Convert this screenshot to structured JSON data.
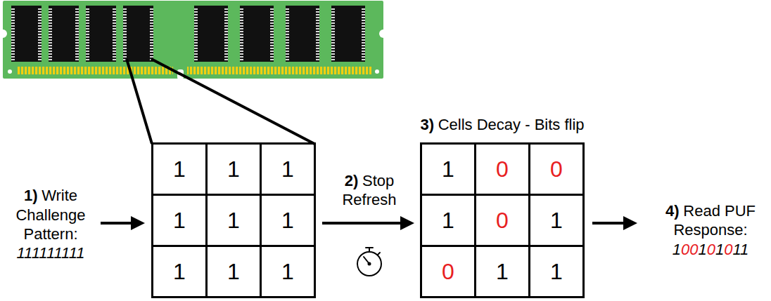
{
  "diagram": {
    "nodes": [
      {
        "text": [
          "1"
        ]
      },
      {
        "text": [
          "1"
        ]
      },
      {
        "text": [
          "1"
        ]
      },
      {
        "text": [
          "1"
        ]
      },
      {
        "text": [
          "1"
        ]
      },
      {
        "text": [
          "1"
        ]
      },
      {
        "text": [
          "1"
        ]
      },
      {
        "text": [
          "1"
        ]
      },
      {
        "text": [
          "1"
        ]
      },
      {
        "text": [
          "1"
        ]
      },
      {
        "text": [
          "0"
        ]
      },
      {
        "text": [
          "0"
        ]
      },
      {
        "text": [
          "1"
        ]
      },
      {
        "text": [
          "0"
        ]
      },
      {
        "text": [
          "1"
        ]
      },
      {
        "text": [
          "0"
        ]
      },
      {
        "text": [
          "1"
        ]
      },
      {
        "text": [
          "1"
        ]
      }
    ],
    "labels": [
      "1)",
      "Write Challenge Pattern:",
      "111111111",
      "2)",
      "Stop Refresh",
      "3)",
      "Cells Decay - Bits flip",
      "4)",
      "Read PUF Response:",
      "100101011"
    ]
  }
}
